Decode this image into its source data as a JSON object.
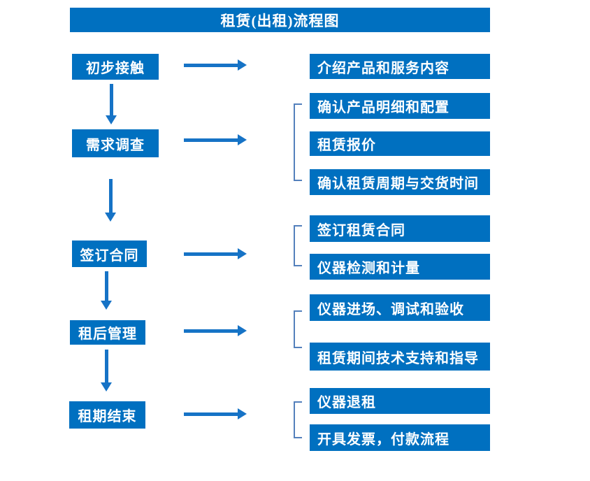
{
  "title": "租赁(出租)流程图",
  "colors": {
    "box_blue": "#0070C0",
    "arrow_blue": "#1673C6",
    "bracket_blue": "#5380BC",
    "text": "#FFFFFF"
  },
  "left_steps": [
    {
      "label": "初步接触"
    },
    {
      "label": "需求调查"
    },
    {
      "label": "签订合同"
    },
    {
      "label": "租后管理"
    },
    {
      "label": "租期结束"
    }
  ],
  "right_items": [
    {
      "label": "介绍产品和服务内容"
    },
    {
      "label": "确认产品明细和配置"
    },
    {
      "label": "租赁报价"
    },
    {
      "label": "确认租赁周期与交货时间"
    },
    {
      "label": "签订租赁合同"
    },
    {
      "label": "仪器检测和计量"
    },
    {
      "label": "仪器进场、调试和验收"
    },
    {
      "label": "租赁期间技术支持和指导"
    },
    {
      "label": "仪器退租"
    },
    {
      "label": "开具发票，付款流程"
    }
  ]
}
